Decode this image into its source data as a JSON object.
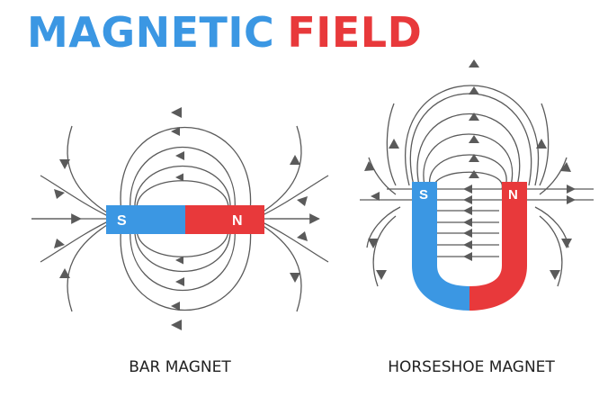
{
  "title": {
    "word1": "MAGNETIC",
    "word2": "FIELD"
  },
  "bar_magnet": {
    "pole_south": "S",
    "pole_north": "N",
    "caption": "BAR MAGNET"
  },
  "horseshoe_magnet": {
    "pole_south": "S",
    "pole_north": "N",
    "caption": "HORSESHOE MAGNET"
  },
  "colors": {
    "south": "#3b97e3",
    "north": "#e8393b",
    "field_line": "#5a5a5a",
    "caption": "#222222"
  }
}
